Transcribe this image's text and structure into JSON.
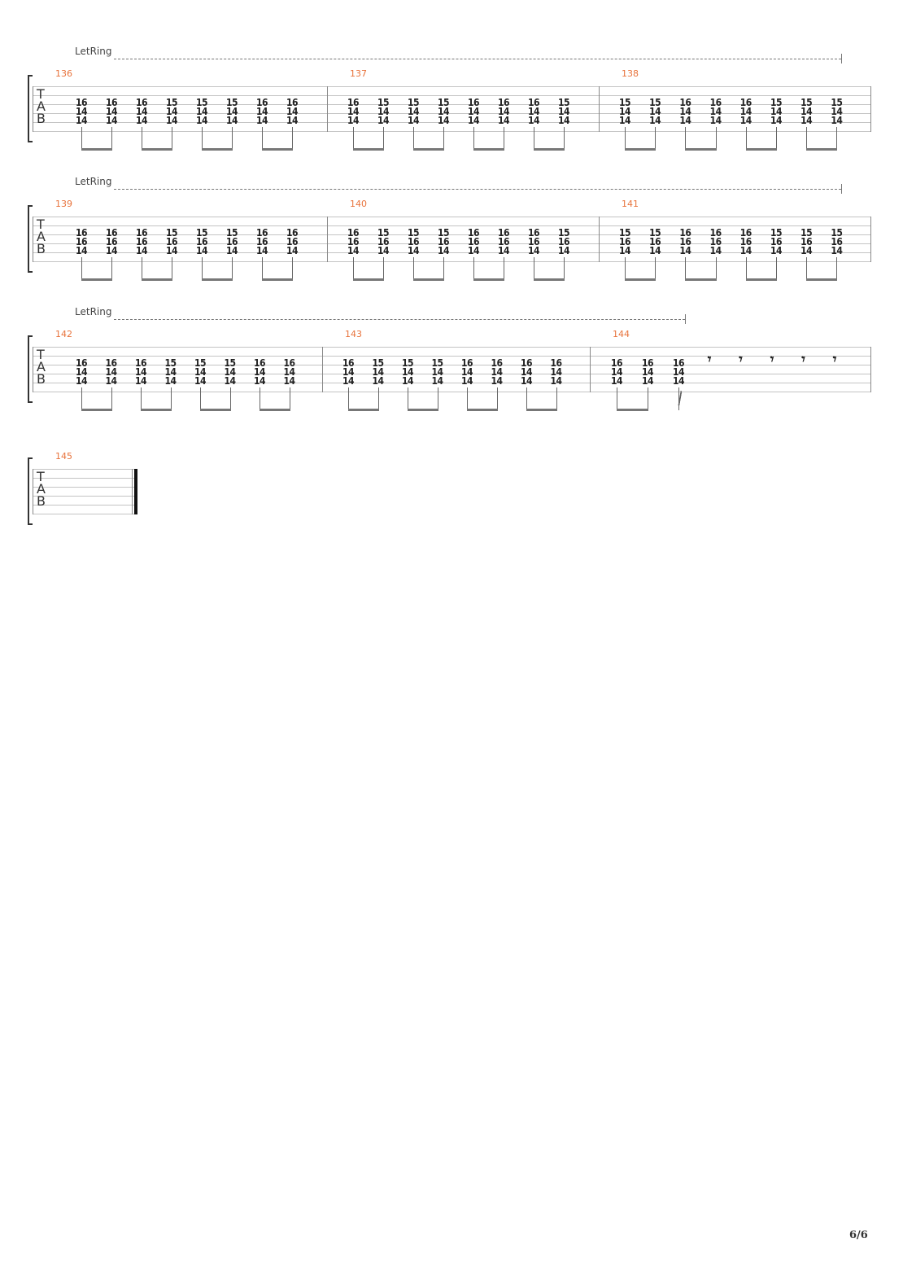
{
  "tab_label": [
    "T",
    "A",
    "B"
  ],
  "let_ring_label": "LetRing",
  "page_number": "6/6",
  "systems": [
    {
      "let_ring": true,
      "measures": [
        {
          "number": "136",
          "chords": [
            [
              "16",
              "14",
              "14"
            ],
            [
              "16",
              "14",
              "14"
            ],
            [
              "16",
              "14",
              "14"
            ],
            [
              "15",
              "14",
              "14"
            ],
            [
              "15",
              "14",
              "14"
            ],
            [
              "15",
              "14",
              "14"
            ],
            [
              "16",
              "14",
              "14"
            ],
            [
              "16",
              "14",
              "14"
            ]
          ]
        },
        {
          "number": "137",
          "chords": [
            [
              "16",
              "14",
              "14"
            ],
            [
              "15",
              "14",
              "14"
            ],
            [
              "15",
              "14",
              "14"
            ],
            [
              "15",
              "14",
              "14"
            ],
            [
              "16",
              "14",
              "14"
            ],
            [
              "16",
              "14",
              "14"
            ],
            [
              "16",
              "14",
              "14"
            ],
            [
              "15",
              "14",
              "14"
            ]
          ]
        },
        {
          "number": "138",
          "chords": [
            [
              "15",
              "14",
              "14"
            ],
            [
              "15",
              "14",
              "14"
            ],
            [
              "16",
              "14",
              "14"
            ],
            [
              "16",
              "14",
              "14"
            ],
            [
              "16",
              "14",
              "14"
            ],
            [
              "15",
              "14",
              "14"
            ],
            [
              "15",
              "14",
              "14"
            ],
            [
              "15",
              "14",
              "14"
            ]
          ]
        }
      ]
    },
    {
      "let_ring": true,
      "measures": [
        {
          "number": "139",
          "chords": [
            [
              "16",
              "16",
              "14"
            ],
            [
              "16",
              "16",
              "14"
            ],
            [
              "16",
              "16",
              "14"
            ],
            [
              "15",
              "16",
              "14"
            ],
            [
              "15",
              "16",
              "14"
            ],
            [
              "15",
              "16",
              "14"
            ],
            [
              "16",
              "16",
              "14"
            ],
            [
              "16",
              "16",
              "14"
            ]
          ]
        },
        {
          "number": "140",
          "chords": [
            [
              "16",
              "16",
              "14"
            ],
            [
              "15",
              "16",
              "14"
            ],
            [
              "15",
              "16",
              "14"
            ],
            [
              "15",
              "16",
              "14"
            ],
            [
              "16",
              "16",
              "14"
            ],
            [
              "16",
              "16",
              "14"
            ],
            [
              "16",
              "16",
              "14"
            ],
            [
              "15",
              "16",
              "14"
            ]
          ]
        },
        {
          "number": "141",
          "chords": [
            [
              "15",
              "16",
              "14"
            ],
            [
              "15",
              "16",
              "14"
            ],
            [
              "16",
              "16",
              "14"
            ],
            [
              "16",
              "16",
              "14"
            ],
            [
              "16",
              "16",
              "14"
            ],
            [
              "15",
              "16",
              "14"
            ],
            [
              "15",
              "16",
              "14"
            ],
            [
              "15",
              "16",
              "14"
            ]
          ]
        }
      ]
    },
    {
      "let_ring": true,
      "measures": [
        {
          "number": "142",
          "chords": [
            [
              "16",
              "14",
              "14"
            ],
            [
              "16",
              "14",
              "14"
            ],
            [
              "16",
              "14",
              "14"
            ],
            [
              "15",
              "14",
              "14"
            ],
            [
              "15",
              "14",
              "14"
            ],
            [
              "15",
              "14",
              "14"
            ],
            [
              "16",
              "14",
              "14"
            ],
            [
              "16",
              "14",
              "14"
            ]
          ]
        },
        {
          "number": "143",
          "chords": [
            [
              "16",
              "14",
              "14"
            ],
            [
              "15",
              "14",
              "14"
            ],
            [
              "15",
              "14",
              "14"
            ],
            [
              "15",
              "14",
              "14"
            ],
            [
              "16",
              "14",
              "14"
            ],
            [
              "16",
              "14",
              "14"
            ],
            [
              "16",
              "14",
              "14"
            ],
            [
              "16",
              "14",
              "14"
            ]
          ]
        },
        {
          "number": "144",
          "chords": [
            [
              "16",
              "14",
              "14"
            ],
            [
              "16",
              "14",
              "14"
            ],
            [
              "16",
              "14",
              "14"
            ]
          ],
          "rests": 5
        }
      ]
    },
    {
      "let_ring": false,
      "measures": [
        {
          "number": "145",
          "chords": [],
          "final": true
        }
      ]
    }
  ]
}
